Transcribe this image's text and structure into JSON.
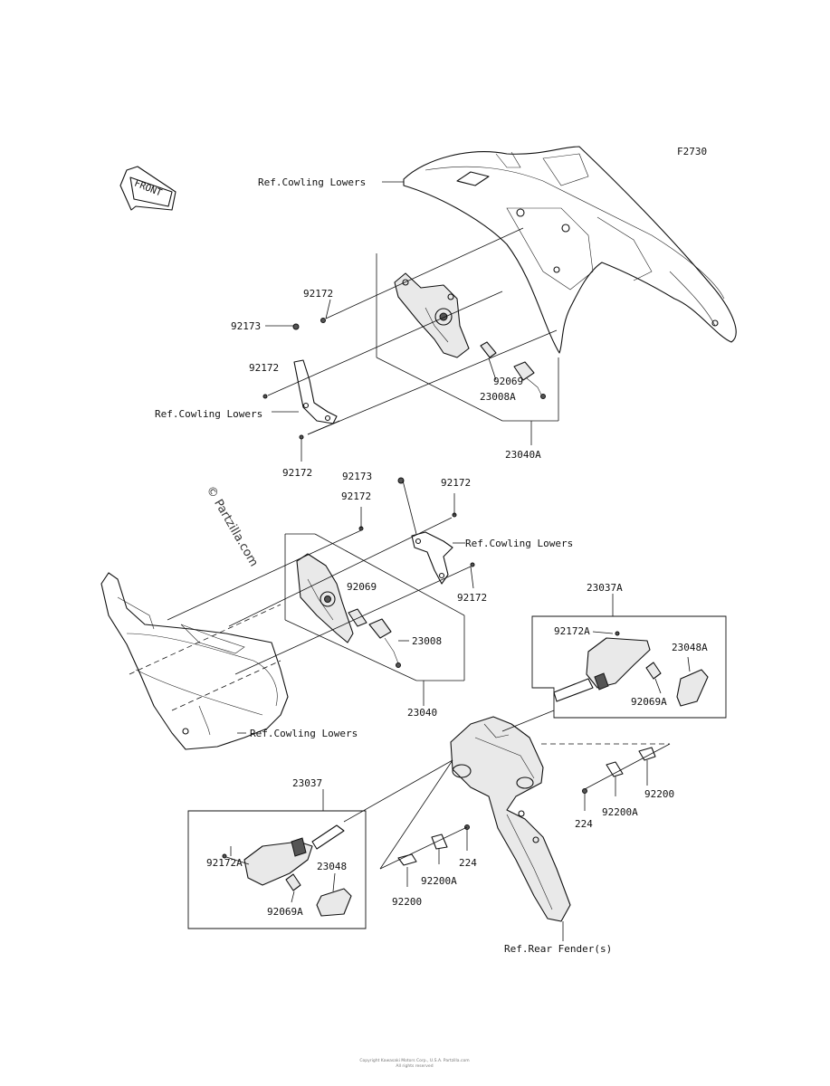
{
  "figure_code": "F2730",
  "front_badge": "FRONT",
  "watermark": "© Partzilla.com",
  "footer_lines": [
    "Copyright Kawasaki Motors Corp., U.S.A. Partzilla.com",
    "All rights reserved"
  ],
  "labels": {
    "ref_cowling_lowers_top": "Ref.Cowling Lowers",
    "ref_cowling_lowers_left": "Ref.Cowling Lowers",
    "ref_cowling_lowers_mid": "Ref.Cowling Lowers",
    "ref_cowling_lowers_bottom": "Ref.Cowling Lowers",
    "ref_rear_fenders": "Ref.Rear Fender(s)",
    "p92172_a": "92172",
    "p92173_a": "92173",
    "p92172_b": "92172",
    "p92172_c": "92172",
    "p92069_a": "92069",
    "p23008A": "23008A",
    "p23040A": "23040A",
    "p92173_b": "92173",
    "p92172_d": "92172",
    "p92172_e": "92172",
    "p92069_b": "92069",
    "p23008": "23008",
    "p92172_f": "92172",
    "p23040": "23040",
    "p23037A": "23037A",
    "p92172A_a": "92172A",
    "p23048A": "23048A",
    "p92069A_a": "92069A",
    "p92200_a": "92200",
    "p224_a": "224",
    "p92200A_a": "92200A",
    "p23037": "23037",
    "p92172A_b": "92172A",
    "p23048": "23048",
    "p92069A_b": "92069A",
    "p224_b": "224",
    "p92200A_b": "92200A",
    "p92200_b": "92200"
  }
}
